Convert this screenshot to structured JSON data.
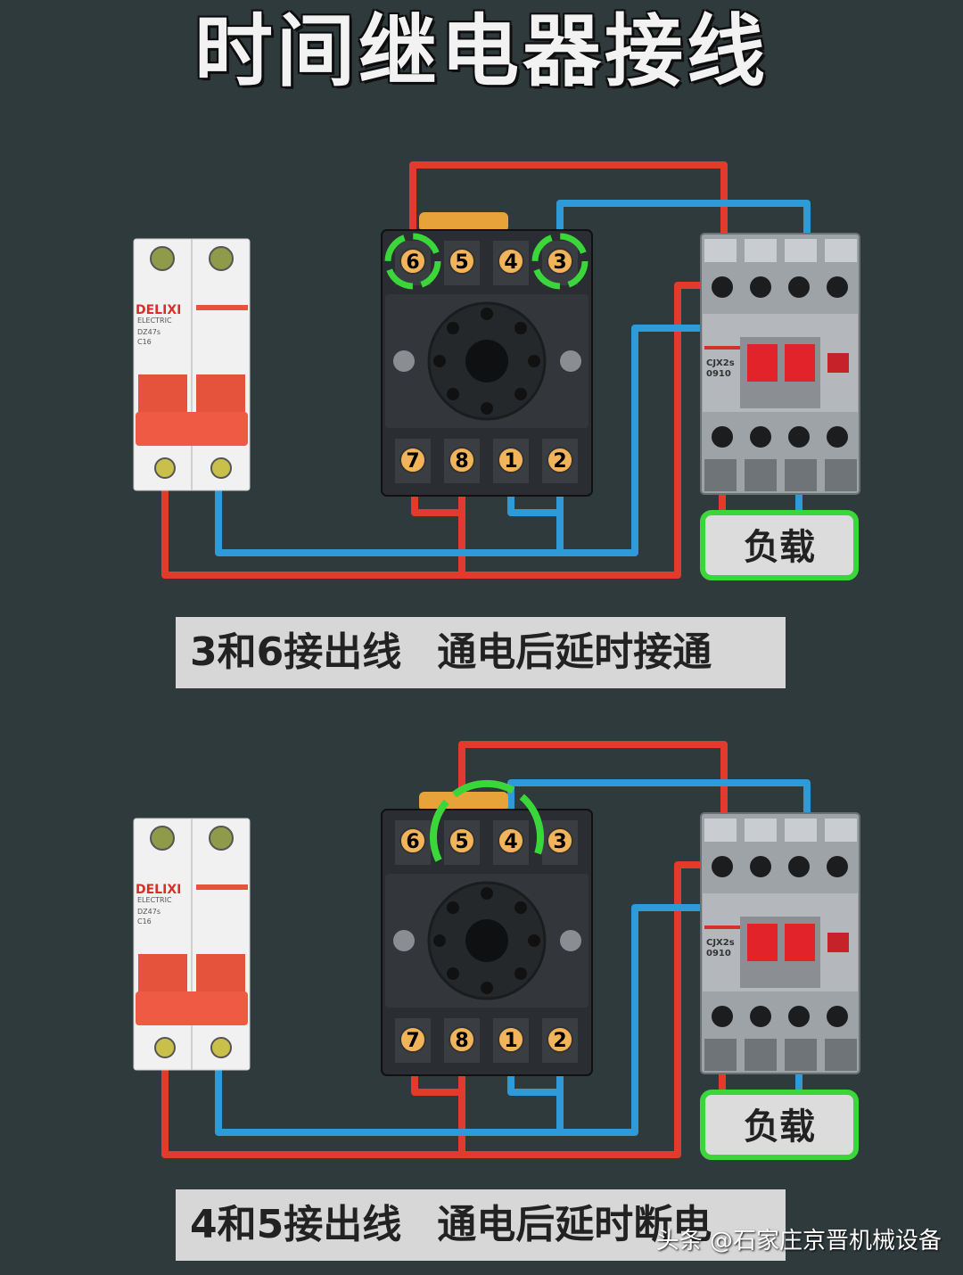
{
  "title": "时间继电器接线",
  "diagrams": [
    {
      "caption_left": "3和6接出线",
      "caption_right": "通电后延时接通",
      "load_label": "负载"
    },
    {
      "caption_left": "4和5接出线",
      "caption_right": "通电后延时断电",
      "load_label": "负载"
    }
  ],
  "breaker": {
    "brand": "DELIXI",
    "sub": "ELECTRIC",
    "model": "DZ47s",
    "rating": "C16"
  },
  "contactor": {
    "model": "CJX2s",
    "code": "0910"
  },
  "relay_pins_top": [
    "6",
    "5",
    "4",
    "3"
  ],
  "relay_pins_bottom": [
    "7",
    "8",
    "1",
    "2"
  ],
  "watermark": "头条 @石家庄京晋机械设备",
  "colors": {
    "live_wire": "#e23b2e",
    "neutral_wire": "#2e9ad8",
    "highlight": "#3ad63a",
    "background": "#2f3a3d"
  }
}
